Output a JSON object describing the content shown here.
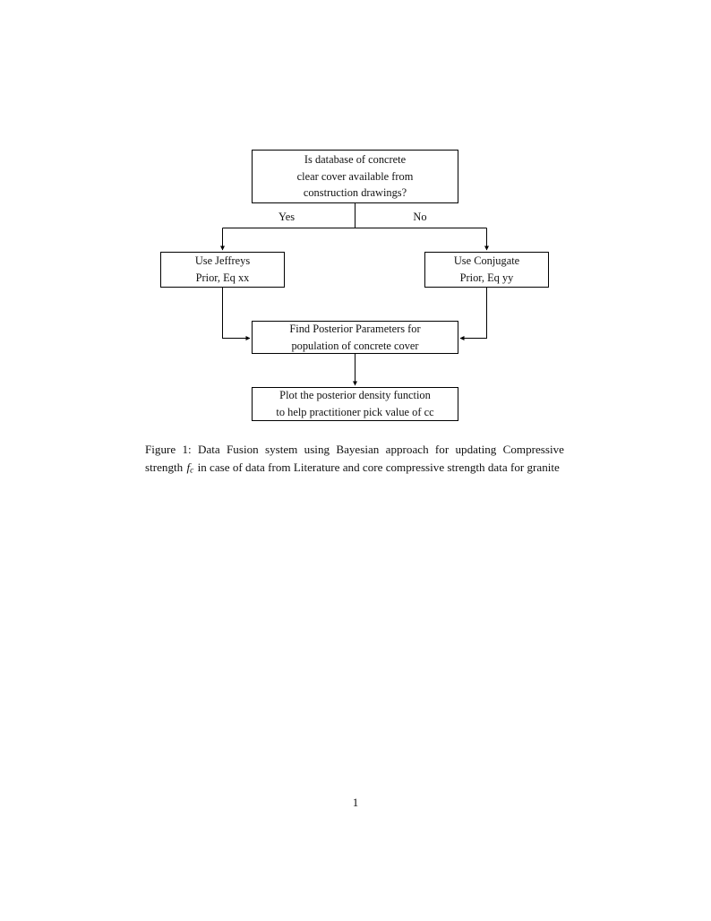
{
  "page": {
    "folio": "1",
    "background_color": "#ffffff",
    "ink_color": "#111111"
  },
  "figure": {
    "nodes": [
      {
        "id": "question",
        "lines": [
          "Is database of concrete",
          "clear cover available from",
          "construction drawings?"
        ]
      },
      {
        "id": "jeffreys",
        "lines": [
          "Use Jeffreys",
          "Prior, Eq xx"
        ]
      },
      {
        "id": "conjugate",
        "lines": [
          "Use Conjugate",
          "Prior, Eq yy"
        ]
      },
      {
        "id": "posterior",
        "lines": [
          "Find Posterior Parameters for",
          "population of concrete cover"
        ]
      },
      {
        "id": "plot",
        "lines": [
          "Plot the posterior density function",
          "to help practitioner pick value of cc"
        ]
      }
    ],
    "edge_labels": {
      "yes": "Yes",
      "no": "No"
    }
  },
  "caption": {
    "label": "Figure 1:",
    "text_before_math": "Data Fusion system using Bayesian approach for updating Compressive strength",
    "math_base": "f",
    "math_sub": "c",
    "text_after_math": "in case of data from Literature and core compressive strength data for granite"
  }
}
